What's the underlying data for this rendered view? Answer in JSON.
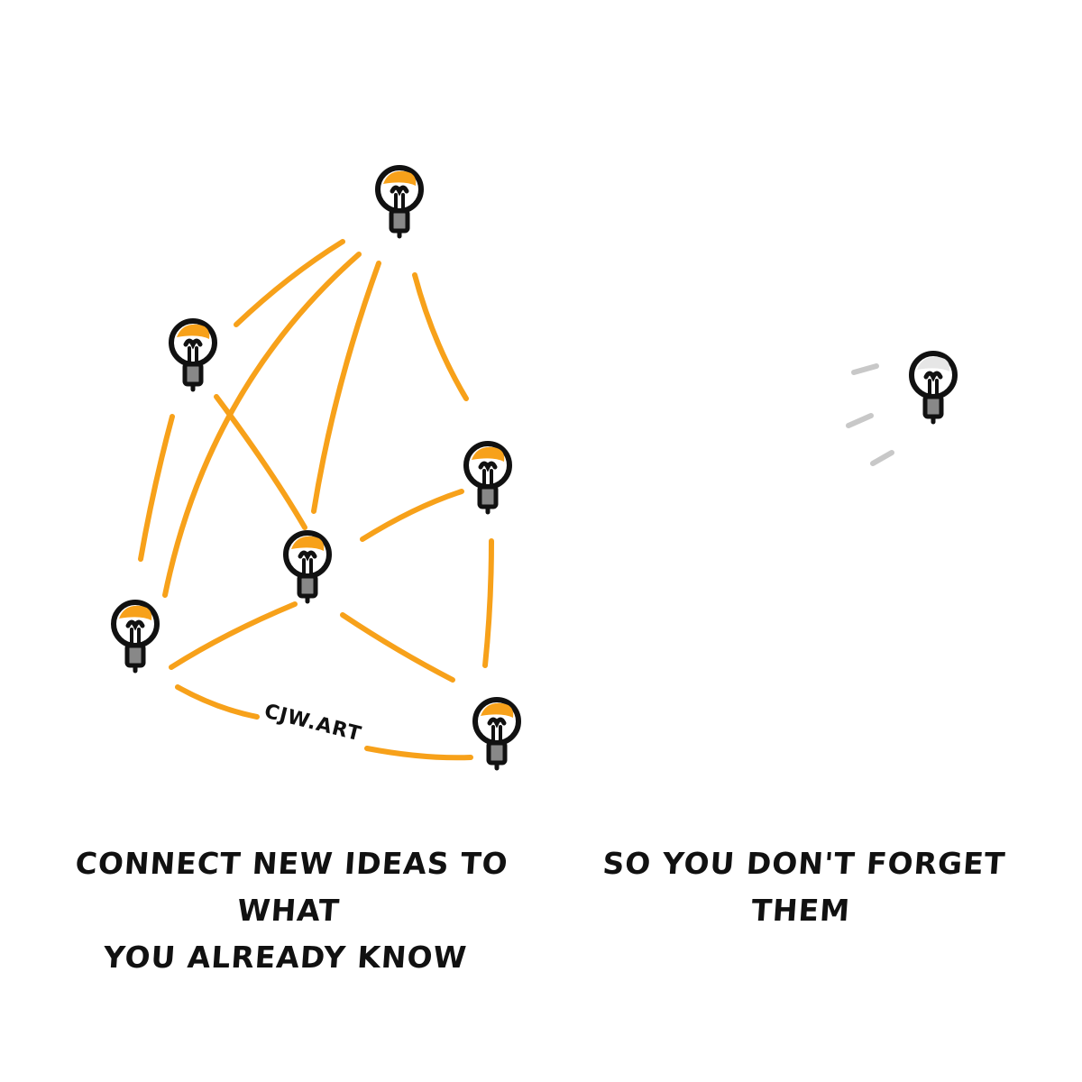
{
  "captions": {
    "left": "CONNECT NEW IDEAS TO WHAT\nYOU ALREADY KNOW",
    "right": "SO YOU DON'T FORGET THEM"
  },
  "signature": "CJW.ART",
  "colors": {
    "connection": "#F7A11A",
    "bulb_fill_lit": "#F7A11A",
    "bulb_outline": "#111111",
    "bulb_base": "#888888",
    "motion_lines": "#C8C8C8",
    "background": "#FFFFFF"
  },
  "icons": {
    "connected_idea": "lightbulb-icon",
    "lone_idea": "lightbulb-icon",
    "motion": "motion-lines-icon"
  }
}
